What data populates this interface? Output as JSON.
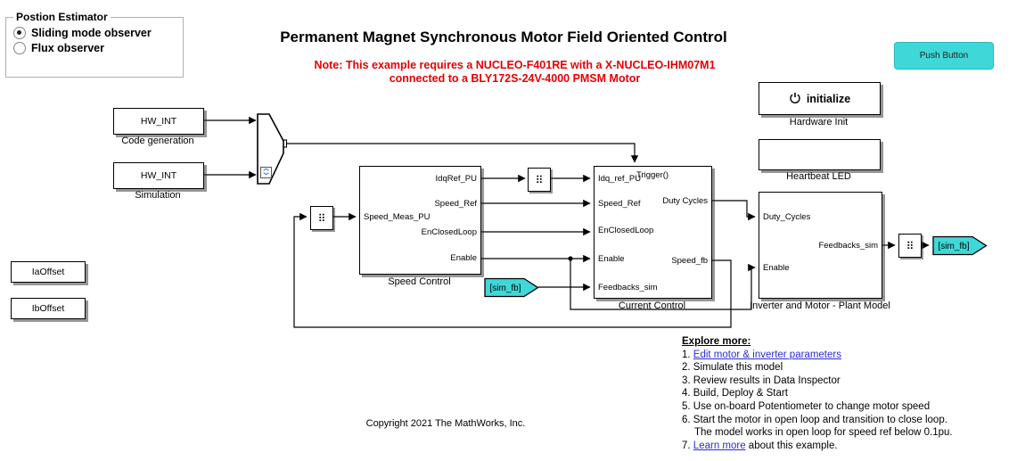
{
  "colors": {
    "accent_cyan": "#3fd8d8",
    "note_red": "#e60000",
    "link_blue": "#2b2bd2"
  },
  "position_estimator": {
    "legend": "Postion Estimator",
    "options": [
      {
        "label": "Sliding mode observer",
        "selected": true
      },
      {
        "label": "Flux observer",
        "selected": false
      }
    ]
  },
  "header": {
    "title": "Permanent Magnet Synchronous Motor Field Oriented Control",
    "note_line1": "Note: This example requires a NUCLEO-F401RE with a X-NUCLEO-IHM07M1",
    "note_line2": "connected to a BLY172S-24V-4000 PMSM Motor"
  },
  "push_button": {
    "label": "Push Button"
  },
  "blocks": {
    "code_generation": {
      "text": "HW_INT",
      "label": "Code generation"
    },
    "simulation": {
      "text": "HW_INT",
      "label": "Simulation"
    },
    "ia_offset": {
      "text": "IaOffset"
    },
    "ib_offset": {
      "text": "IbOffset"
    },
    "speed_control": {
      "label": "Speed Control",
      "inputs": [
        "Speed_Meas_PU"
      ],
      "outputs": [
        "IdqRef_PU",
        "Speed_Ref",
        "EnClosedLoop",
        "Enable"
      ]
    },
    "current_control": {
      "label": "Current Control",
      "trigger": "Trigger()",
      "inputs": [
        "Idq_ref_PU",
        "Speed_Ref",
        "EnClosedLoop",
        "Enable",
        "Feedbacks_sim"
      ],
      "outputs": [
        "Duty Cycles",
        "Speed_fb"
      ]
    },
    "hardware_init": {
      "text": "initialize",
      "label": "Hardware Init"
    },
    "heartbeat_led": {
      "label": "Heartbeat LED"
    },
    "plant_model": {
      "label": "Inverter and Motor - Plant Model",
      "inputs": [
        "Duty_Cycles",
        "Enable"
      ],
      "outputs": [
        "Feedbacks_sim"
      ]
    },
    "sim_fb_from": {
      "text": "[sim_fb]"
    },
    "sim_fb_goto": {
      "text": "[sim_fb]"
    }
  },
  "probe_glyph": "⠿",
  "copyright": "Copyright 2021 The MathWorks, Inc.",
  "explore": {
    "heading": "Explore more:",
    "items": [
      {
        "pre": "1. ",
        "link": "Edit motor & inverter parameters",
        "post": ""
      },
      {
        "pre": "2. Simulate this model"
      },
      {
        "pre": "3. Review results in Data Inspector"
      },
      {
        "pre": "4. Build, Deploy & Start"
      },
      {
        "pre": "5. Use on-board Potentiometer to change motor speed"
      },
      {
        "pre": "6. Start the motor in open loop and transition to close loop."
      },
      {
        "pre": "The model works in open loop for speed ref below 0.1pu."
      },
      {
        "pre": "7. ",
        "link": "Learn more",
        "post": " about this example."
      }
    ]
  }
}
